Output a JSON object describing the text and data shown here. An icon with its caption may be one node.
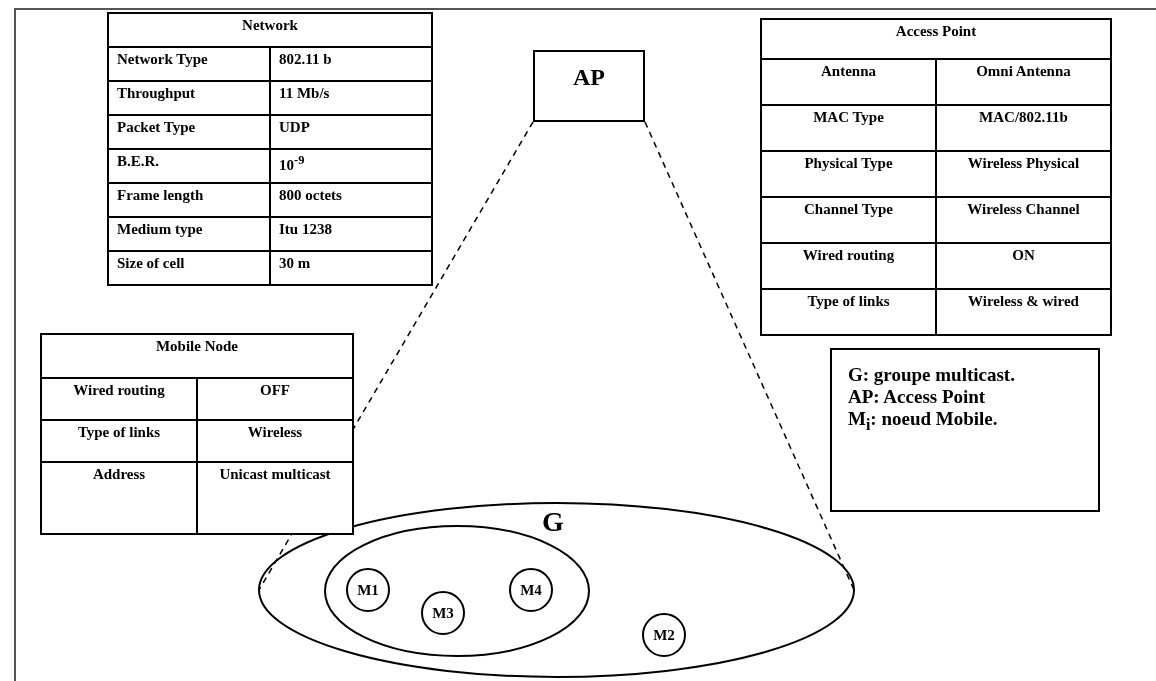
{
  "diagram": {
    "nodes": [
      {
        "text": [
          "AP"
        ]
      },
      {
        "text": [
          "G: groupe multicast.",
          "AP: Access Point",
          "M$_{i}$: noeud Mobile."
        ]
      },
      {
        "text": [],
        "shape": "ellipse"
      },
      {
        "text": [
          "G"
        ],
        "in": 2
      },
      {
        "text": [
          "M1"
        ],
        "in": 3
      },
      {
        "text": [
          "M3"
        ],
        "in": 3
      },
      {
        "text": [
          "M4"
        ],
        "in": 3
      },
      {
        "text": [
          "M2"
        ],
        "in": 2
      }
    ],
    "edges": [
      {
        "from": 0,
        "to": 2,
        "arrow": "none",
        "style": "dashed"
      },
      {
        "from": 0,
        "to": 2,
        "arrow": "none",
        "style": "dashed"
      }
    ],
    "labels": [
      "Network",
      "Network Type",
      "802.11 b",
      "Throughput",
      "11 Mb/s",
      "Packet Type",
      "UDP",
      "B.E.R.",
      "10$^{-9}$",
      "Frame length",
      "800 octets",
      "Medium type",
      "Itu 1238",
      "Size of cell",
      "30 m",
      "Access Point",
      "Antenna",
      "Omni Antenna",
      "MAC Type",
      "MAC/802.11b",
      "Physical Type",
      "Wireless Physical",
      "Channel Type",
      "Wireless Channel",
      "Wired routing",
      "ON",
      "Type of links",
      "Wireless & wired",
      "Mobile Node",
      "Wired routing",
      "OFF",
      "Type of links",
      "Wireless",
      "Address",
      "Unicast multicast"
    ]
  }
}
